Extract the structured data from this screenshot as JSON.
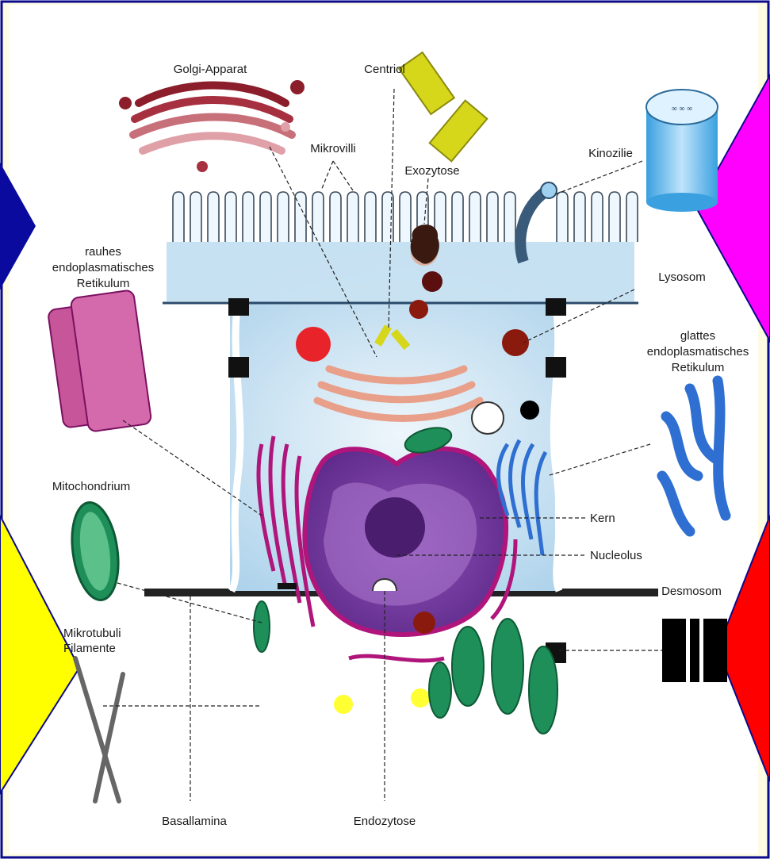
{
  "colors": {
    "frame": "#0a0a8c",
    "background_panel": "#fdfbe3",
    "arrow_left_top": "#0a0a9e",
    "arrow_left_bottom": "#ffff00",
    "arrow_right_top": "#ff00ff",
    "arrow_right_bottom": "#ff0000",
    "cytoplasm": "#bcdcef",
    "nucleus": "#7b3ea3",
    "nucleus_envelope": "#b0157b",
    "rough_er": "#b0157b",
    "smooth_er": "#2e6fd1",
    "mitochondrion": "#1f8f5a",
    "golgi": "#8b1e2a",
    "centriole": "#d6d61a",
    "lysosome": "#8b1a0e"
  },
  "labels": {
    "golgi": "Golgi-Apparat",
    "centriole": "Centriol",
    "microvilli": "Mikrovilli",
    "exocytosis": "Exozytose",
    "kinocilium": "Kinozilie",
    "rough_er_line1": "rauhes",
    "rough_er_line2": "endoplasmatisches",
    "rough_er_line3": "Retikulum",
    "lysosome": "Lysosom",
    "smooth_er_line1": "glattes",
    "smooth_er_line2": "endoplasmatisches",
    "smooth_er_line3": "Retikulum",
    "mitochondrion": "Mitochondrium",
    "nucleus": "Kern",
    "nucleolus": "Nucleolus",
    "desmosome": "Desmosom",
    "microtubules_line1": "Mikrotubuli",
    "microtubules_line2": "Filamente",
    "basal_lamina": "Basallamina",
    "endocytosis": "Endozytose"
  }
}
